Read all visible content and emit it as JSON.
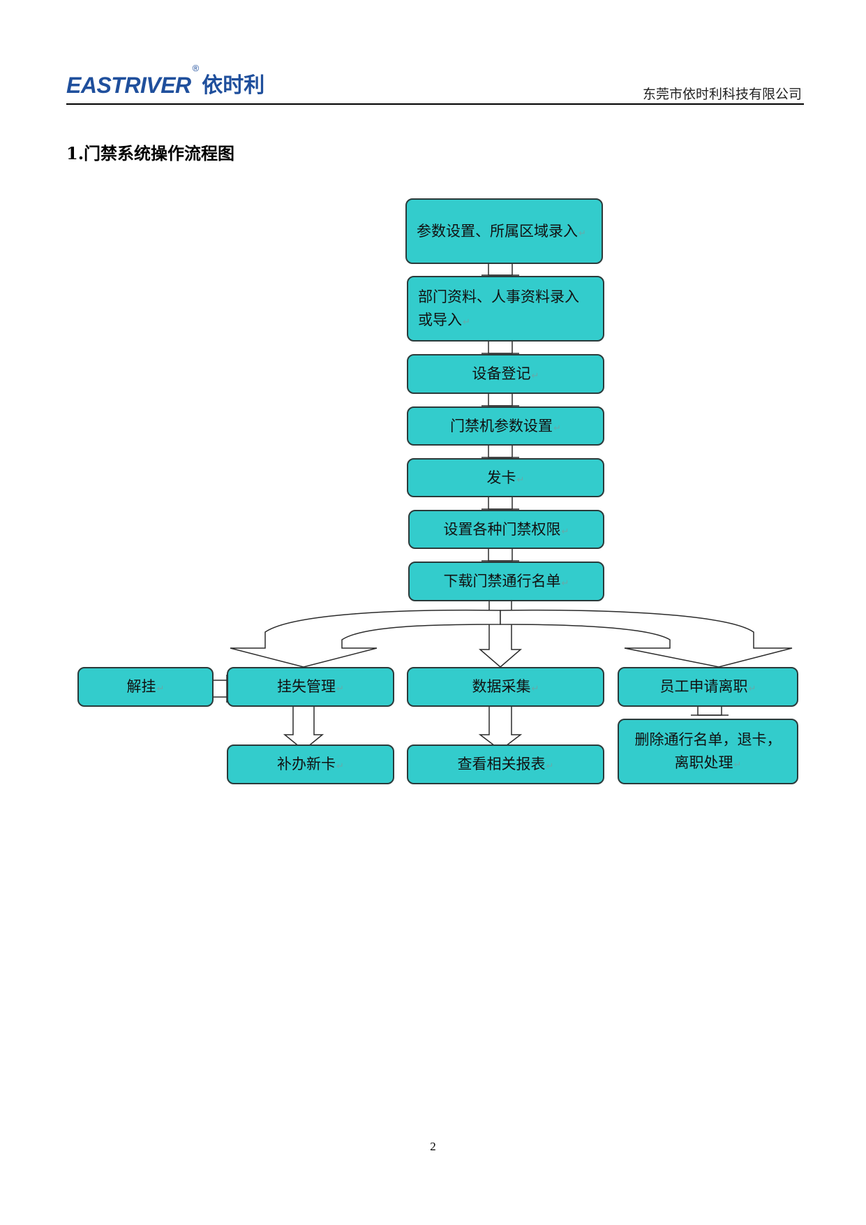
{
  "header": {
    "logo_latin": "EASTRIVER",
    "logo_reg": "®",
    "logo_cn": "依时利",
    "company": "东莞市依时利科技有限公司"
  },
  "section_title": "1.门禁系统操作流程图",
  "flow": {
    "return_mark": "↵",
    "steps": [
      "参数设置、所属区域录入",
      "部门资料、人事资料录入或导入",
      "设备登记",
      "门禁机参数设置",
      "发卡",
      "设置各种门禁权限",
      "下载门禁通行名单"
    ],
    "branches": {
      "unhang": "解挂",
      "report_loss": "挂失管理",
      "data_collection": "数据采集",
      "resignation": "员工申请离职",
      "reissue_card": "补办新卡",
      "view_reports": "查看相关报表",
      "delete_list": "删除通行名单，退卡，离职处理"
    },
    "colors": {
      "node_fill": "#33cccc",
      "node_border": "#2b3a3a",
      "logo_blue": "#1f4f9c"
    }
  },
  "page_number": "2"
}
